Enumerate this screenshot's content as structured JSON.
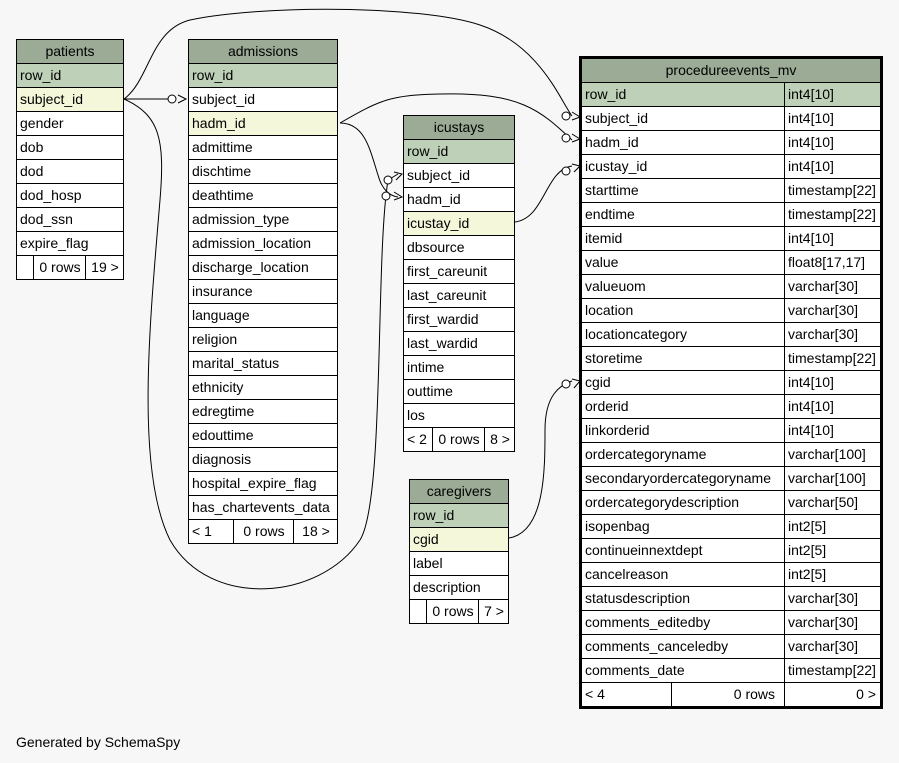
{
  "tables": {
    "patients": {
      "name": "patients",
      "columns": [
        "row_id",
        "subject_id",
        "gender",
        "dob",
        "dod",
        "dod_hosp",
        "dod_ssn",
        "expire_flag"
      ],
      "footer": {
        "left": "",
        "rows": "0 rows",
        "right": "19 >"
      }
    },
    "admissions": {
      "name": "admissions",
      "columns": [
        "row_id",
        "subject_id",
        "hadm_id",
        "admittime",
        "dischtime",
        "deathtime",
        "admission_type",
        "admission_location",
        "discharge_location",
        "insurance",
        "language",
        "religion",
        "marital_status",
        "ethnicity",
        "edregtime",
        "edouttime",
        "diagnosis",
        "hospital_expire_flag",
        "has_chartevents_data"
      ],
      "footer": {
        "left": "< 1",
        "rows": "0 rows",
        "right": "18 >"
      }
    },
    "icustays": {
      "name": "icustays",
      "columns": [
        "row_id",
        "subject_id",
        "hadm_id",
        "icustay_id",
        "dbsource",
        "first_careunit",
        "last_careunit",
        "first_wardid",
        "last_wardid",
        "intime",
        "outtime",
        "los"
      ],
      "footer": {
        "left": "< 2",
        "rows": "0 rows",
        "right": "8 >"
      }
    },
    "caregivers": {
      "name": "caregivers",
      "columns": [
        "row_id",
        "cgid",
        "label",
        "description"
      ],
      "footer": {
        "left": "",
        "rows": "0 rows",
        "right": "7 >"
      }
    },
    "procedureevents_mv": {
      "name": "procedureevents_mv",
      "columns": [
        {
          "name": "row_id",
          "type": "int4[10]"
        },
        {
          "name": "subject_id",
          "type": "int4[10]"
        },
        {
          "name": "hadm_id",
          "type": "int4[10]"
        },
        {
          "name": "icustay_id",
          "type": "int4[10]"
        },
        {
          "name": "starttime",
          "type": "timestamp[22]"
        },
        {
          "name": "endtime",
          "type": "timestamp[22]"
        },
        {
          "name": "itemid",
          "type": "int4[10]"
        },
        {
          "name": "value",
          "type": "float8[17,17]"
        },
        {
          "name": "valueuom",
          "type": "varchar[30]"
        },
        {
          "name": "location",
          "type": "varchar[30]"
        },
        {
          "name": "locationcategory",
          "type": "varchar[30]"
        },
        {
          "name": "storetime",
          "type": "timestamp[22]"
        },
        {
          "name": "cgid",
          "type": "int4[10]"
        },
        {
          "name": "orderid",
          "type": "int4[10]"
        },
        {
          "name": "linkorderid",
          "type": "int4[10]"
        },
        {
          "name": "ordercategoryname",
          "type": "varchar[100]"
        },
        {
          "name": "secondaryordercategoryname",
          "type": "varchar[100]"
        },
        {
          "name": "ordercategorydescription",
          "type": "varchar[50]"
        },
        {
          "name": "isopenbag",
          "type": "int2[5]"
        },
        {
          "name": "continueinnextdept",
          "type": "int2[5]"
        },
        {
          "name": "cancelreason",
          "type": "int2[5]"
        },
        {
          "name": "statusdescription",
          "type": "varchar[30]"
        },
        {
          "name": "comments_editedby",
          "type": "varchar[30]"
        },
        {
          "name": "comments_canceledby",
          "type": "varchar[30]"
        },
        {
          "name": "comments_date",
          "type": "timestamp[22]"
        }
      ],
      "footer": {
        "left": "< 4",
        "rows": "0 rows",
        "right": "0 >"
      }
    }
  },
  "footer_text": "Generated by SchemaSpy",
  "colors": {
    "header": "#9bab96",
    "primary_key": "#bed1b8",
    "foreign_key": "#f4f7da",
    "background": "#f7f7f7"
  }
}
